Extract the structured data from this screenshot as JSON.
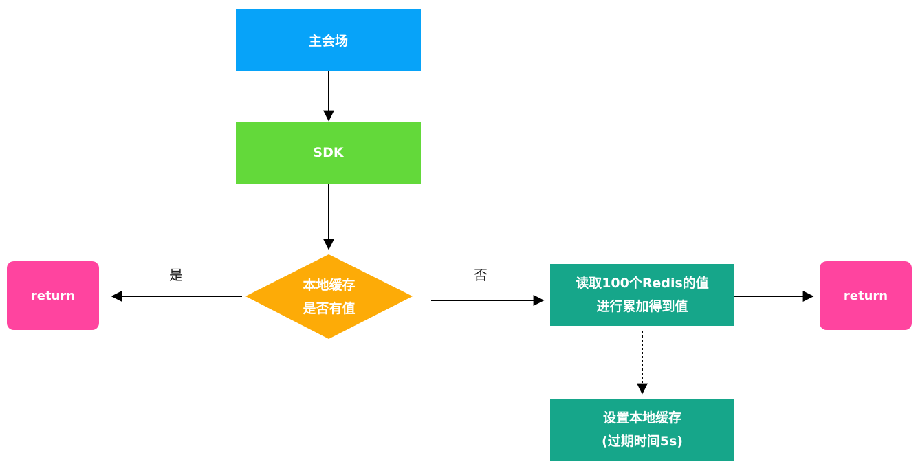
{
  "nodes": {
    "main": {
      "label": "主会场",
      "color": "#07a3f9"
    },
    "sdk": {
      "label": "SDK",
      "color": "#63d93a"
    },
    "decision": {
      "line1": "本地缓存",
      "line2": "是否有值",
      "color": "#fdab07"
    },
    "read_redis": {
      "line1": "读取100个Redis的值",
      "line2": "进行累加得到值",
      "color": "#16a68a"
    },
    "set_cache": {
      "line1": "设置本地缓存",
      "line2": "(过期时间5s)",
      "color": "#16a68a"
    },
    "return_left": {
      "label": "return",
      "color": "#ff449f"
    },
    "return_right": {
      "label": "return",
      "color": "#ff449f"
    }
  },
  "edges": {
    "yes_label": "是",
    "no_label": "否"
  }
}
